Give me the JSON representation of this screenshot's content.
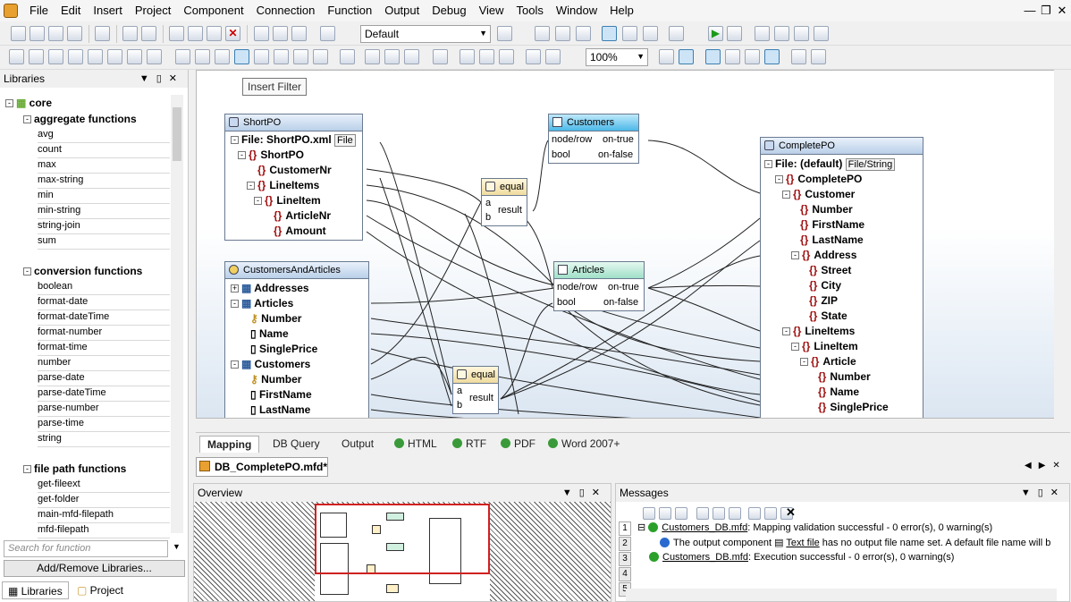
{
  "menu": [
    "File",
    "Edit",
    "Insert",
    "Project",
    "Component",
    "Connection",
    "Function",
    "Output",
    "Debug",
    "View",
    "Tools",
    "Window",
    "Help"
  ],
  "toolbar": {
    "style_combo": "Default",
    "zoom": "100%"
  },
  "tooltip": "Insert Filter",
  "libraries": {
    "title": "Libraries",
    "root": "core",
    "groups": [
      {
        "name": "aggregate functions",
        "items": [
          "avg",
          "count",
          "max",
          "max-string",
          "min",
          "min-string",
          "string-join",
          "sum"
        ]
      },
      {
        "name": "conversion functions",
        "items": [
          "boolean",
          "format-date",
          "format-dateTime",
          "format-number",
          "format-time",
          "number",
          "parse-date",
          "parse-dateTime",
          "parse-number",
          "parse-time",
          "string"
        ]
      },
      {
        "name": "file path functions",
        "items": [
          "get-fileext",
          "get-folder",
          "main-mfd-filepath",
          "mfd-filepath"
        ]
      }
    ],
    "search_placeholder": "Search for function",
    "add_remove": "Add/Remove Libraries...",
    "tabs": [
      "Libraries",
      "Project"
    ]
  },
  "shortpo": {
    "title": "ShortPO",
    "rows": [
      "File: ShortPO.xml",
      "ShortPO",
      "CustomerNr",
      "LineItems",
      "LineItem",
      "ArticleNr",
      "Amount"
    ],
    "file_btn": "File"
  },
  "cust_articles": {
    "title": "CustomersAndArticles",
    "rows": [
      "Addresses",
      "Articles",
      "Number",
      "Name",
      "SinglePrice",
      "Customers",
      "Number",
      "FirstName",
      "LastName"
    ]
  },
  "filter_customers": {
    "title": "Customers",
    "in1": "node/row",
    "in2": "bool",
    "out1": "on-true",
    "out2": "on-false"
  },
  "filter_articles": {
    "title": "Articles",
    "in1": "node/row",
    "in2": "bool",
    "out1": "on-true",
    "out2": "on-false"
  },
  "equal1": {
    "title": "equal",
    "a": "a",
    "b": "b",
    "result": "result"
  },
  "equal2": {
    "title": "equal",
    "a": "a",
    "b": "b",
    "result": "result"
  },
  "completepo": {
    "title": "CompletePO",
    "file": "File: (default)",
    "file_btn": "File/String",
    "rows": [
      "CompletePO",
      "Customer",
      "Number",
      "FirstName",
      "LastName",
      "Address",
      "Street",
      "City",
      "ZIP",
      "State",
      "LineItems",
      "LineItem",
      "Article",
      "Number",
      "Name",
      "SinglePrice"
    ]
  },
  "mapping_tabs": [
    "Mapping",
    "DB Query",
    "Output",
    "HTML",
    "RTF",
    "PDF",
    "Word 2007+"
  ],
  "document_tab": "DB_CompletePO.mfd*",
  "overview_title": "Overview",
  "messages": {
    "title": "Messages",
    "side_tabs": [
      "1",
      "2",
      "3",
      "4",
      "5"
    ],
    "lines": [
      {
        "link": "Customers_DB.mfd",
        "text": ": Mapping validation successful - 0 error(s), 0 warning(s)"
      },
      {
        "pre": "The output component",
        "link": "Text file",
        "text": "has no output file name set. A default file name will b"
      },
      {
        "link": "Customers_DB.mfd",
        "text": ": Execution successful - 0 error(s), 0 warning(s)"
      }
    ]
  }
}
